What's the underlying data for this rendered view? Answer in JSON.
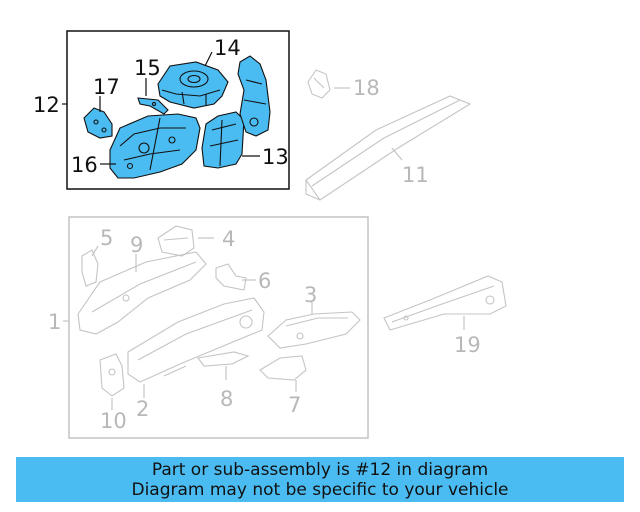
{
  "diagram": {
    "highlighted_group_callout": "12",
    "colors": {
      "highlight_fill": "#4bbcf2",
      "outline_dark": "#111111",
      "outline_light": "#c4c4c4",
      "banner_bg": "#4bbcf2"
    },
    "callouts": {
      "c1": "1",
      "c2": "2",
      "c3": "3",
      "c4": "4",
      "c5": "5",
      "c6": "6",
      "c7": "7",
      "c8": "8",
      "c9": "9",
      "c10": "10",
      "c11": "11",
      "c12": "12",
      "c13": "13",
      "c14": "14",
      "c15": "15",
      "c16": "16",
      "c17": "17",
      "c18": "18",
      "c19": "19"
    }
  },
  "banner": {
    "line1": "Part or sub-assembly is #12 in diagram",
    "line2": "Diagram may not be specific to your vehicle"
  }
}
